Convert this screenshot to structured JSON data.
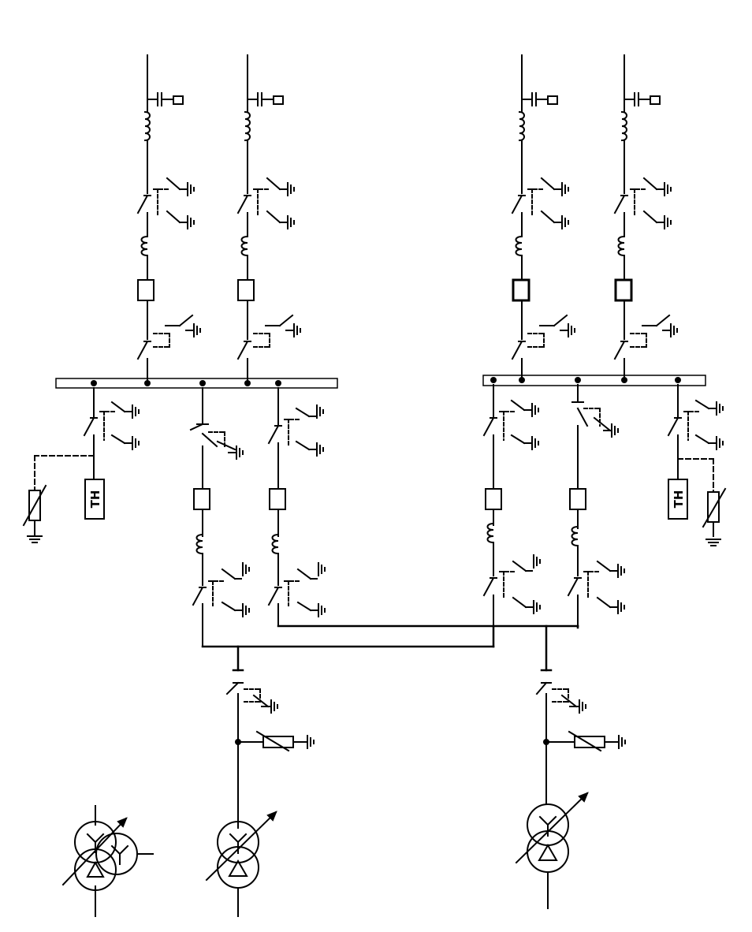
{
  "diagram": {
    "type": "single-line-electrical-schematic",
    "stroke_color": "#000000",
    "background": "#ffffff",
    "vt_label": "ТН",
    "busbars": [
      "busbar-left",
      "busbar-right"
    ],
    "incoming_lines": 4,
    "transformers": [
      "three-winding-transformer",
      "two-winding-transformer",
      "two-winding-transformer"
    ],
    "winding_symbols": {
      "star": "Y",
      "delta": "Δ"
    }
  }
}
